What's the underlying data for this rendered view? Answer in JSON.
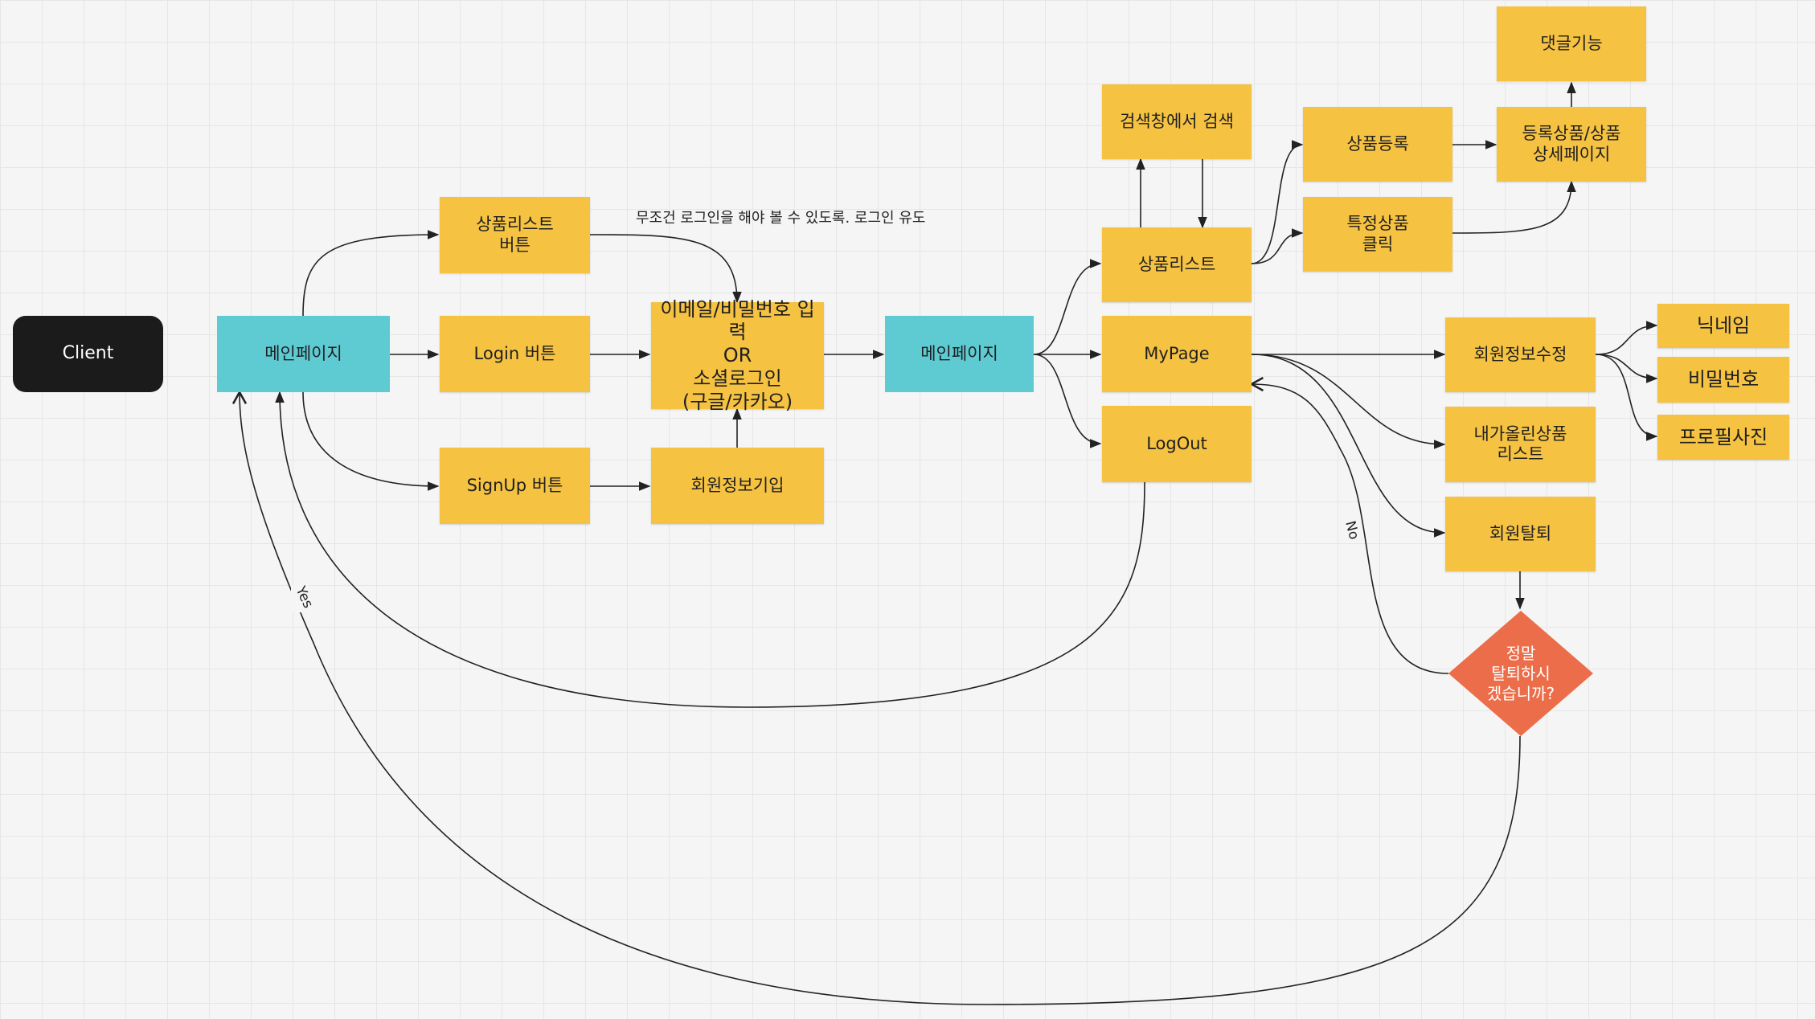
{
  "nodes": {
    "client": "Client",
    "main_page_1": "메인페이지",
    "product_list_button": "상품리스트\n버튼",
    "login_button": "Login 버튼",
    "signup_button": "SignUp 버튼",
    "login_input": "이메일/비밀번호 입력\nOR\n소셜로그인\n(구글/카카오)",
    "member_signup": "회원정보기입",
    "main_page_2": "메인페이지",
    "search": "검색창에서 검색",
    "product_list": "상품리스트",
    "mypage": "MyPage",
    "logout": "LogOut",
    "product_register": "상품등록",
    "specific_product": "특정상품\n클릭",
    "product_detail": "등록상품/상품\n상세페이지",
    "comment": "댓글기능",
    "edit_profile": "회원정보수정",
    "my_products": "내가올린상품\n리스트",
    "withdraw": "회원탈퇴",
    "nickname": "닉네임",
    "password": "비밀번호",
    "profile_photo": "프로필사진",
    "confirm_withdraw": "정말\n탈퇴하시\n겠습니까?"
  },
  "annotations": {
    "login_required_note": "무조건 로그인을 해야 볼 수 있도록. 로그인 유도"
  },
  "edge_labels": {
    "yes": "Yes",
    "no": "No"
  },
  "colors": {
    "sticky": "#f5c242",
    "page": "#5ecbd3",
    "client": "#1b1b1b",
    "decision": "#ec6d49",
    "connector": "#222222"
  }
}
